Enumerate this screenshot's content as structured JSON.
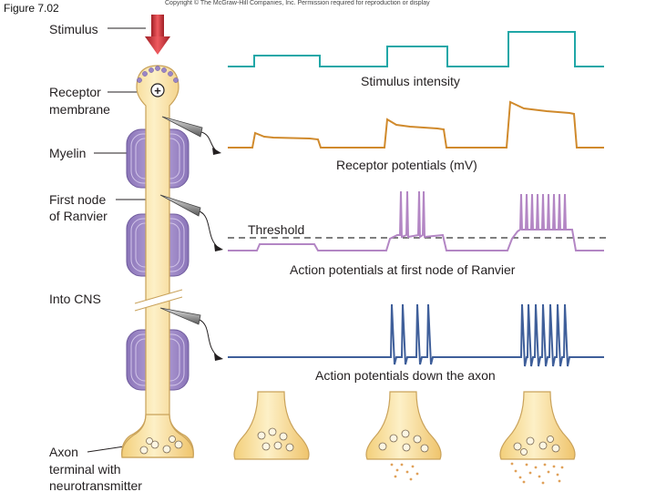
{
  "figure_label": "Figure 7.02",
  "copyright": "Copyright © The McGraw-Hill Companies, Inc. Permission required for reproduction or display",
  "left_labels": {
    "stimulus": "Stimulus",
    "receptor_line1": "Receptor",
    "receptor_line2": "membrane",
    "myelin": "Myelin",
    "node_line1": "First node",
    "node_line2": "of Ranvier",
    "into_cns": "Into CNS",
    "axon_line1": "Axon",
    "axon_line2": "terminal with",
    "axon_line3": "neurotransmitter"
  },
  "traces": {
    "stimulus_intensity": "Stimulus intensity",
    "receptor_potentials": "Receptor potentials (mV)",
    "threshold": "Threshold",
    "action_node": "Action potentials at first node of Ranvier",
    "action_axon": "Action potentials down the axon"
  },
  "receptor_symbol": "+",
  "colors": {
    "stimulus": "#20a7a7",
    "receptor": "#d08a2c",
    "node": "#b386c4",
    "axon": "#3f5f9a",
    "axon_fill": "#fbe5aa",
    "axon_stroke": "#c9a25a",
    "myelin": "#9b84c2",
    "arrow": "#d3333a"
  }
}
